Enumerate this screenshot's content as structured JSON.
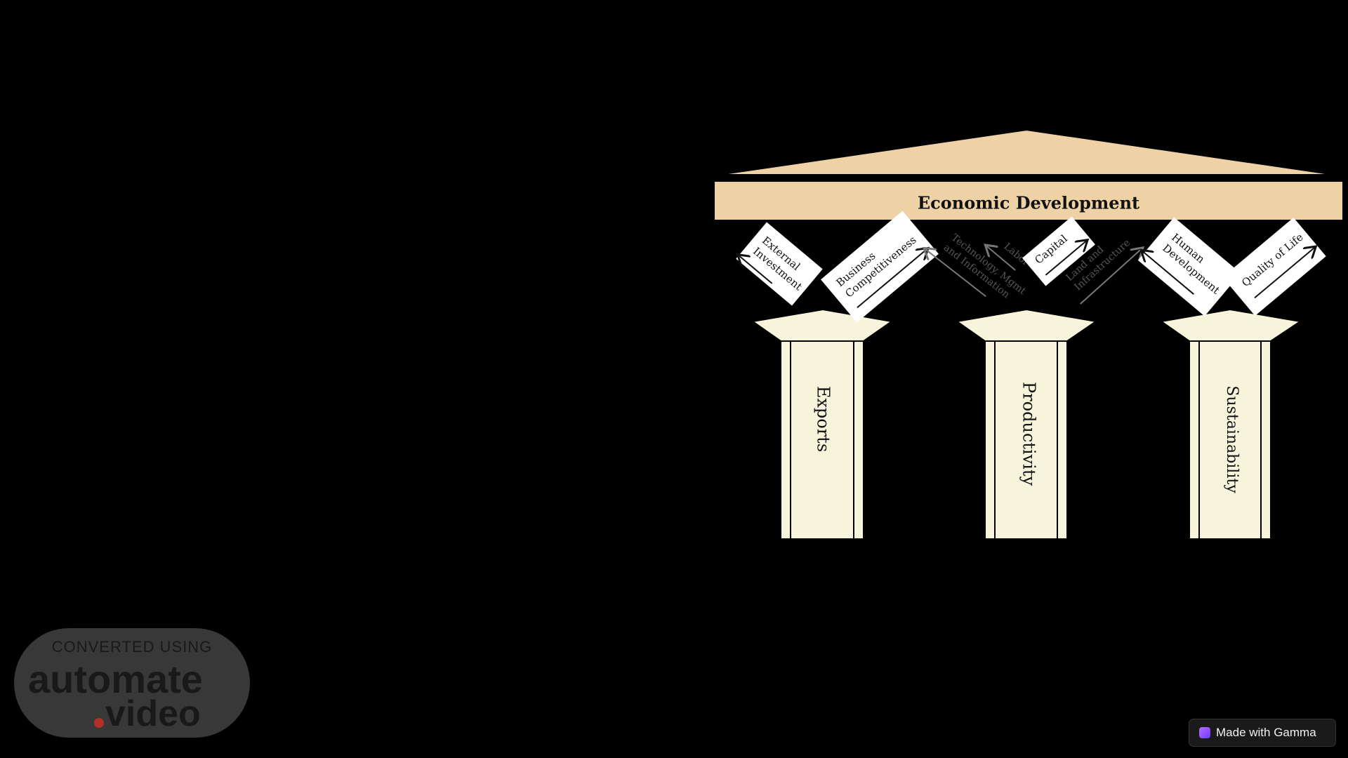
{
  "diagram": {
    "roof_label": "Economic Development",
    "pillars": [
      {
        "id": "exports",
        "label": "Exports"
      },
      {
        "id": "productivity",
        "label": "Productivity"
      },
      {
        "id": "sustainability",
        "label": "Sustainability"
      }
    ],
    "factors": {
      "external_investment": {
        "line1": "External",
        "line2": "Investment"
      },
      "business_competitiveness": {
        "line1": "Business",
        "line2": "Competitiveness"
      },
      "technology": {
        "line1": "Technology, Mgmt",
        "line2": "and Information"
      },
      "labor": {
        "label": "Labor"
      },
      "capital": {
        "label": "Capital"
      },
      "land": {
        "line1": "Land and",
        "line2": "Infrastructure"
      },
      "human_development": {
        "line1": "Human",
        "line2": "Development"
      },
      "quality_of_life": {
        "label": "Quality of Life"
      }
    },
    "colors": {
      "roof": "#eed2a6",
      "pillar": "#f7f4dc",
      "card": "#ffffff",
      "background": "#000000"
    }
  },
  "watermark": {
    "top": "CONVERTED USING",
    "word1": "automate",
    "word2": "video"
  },
  "badge": {
    "label": "Made with Gamma"
  }
}
